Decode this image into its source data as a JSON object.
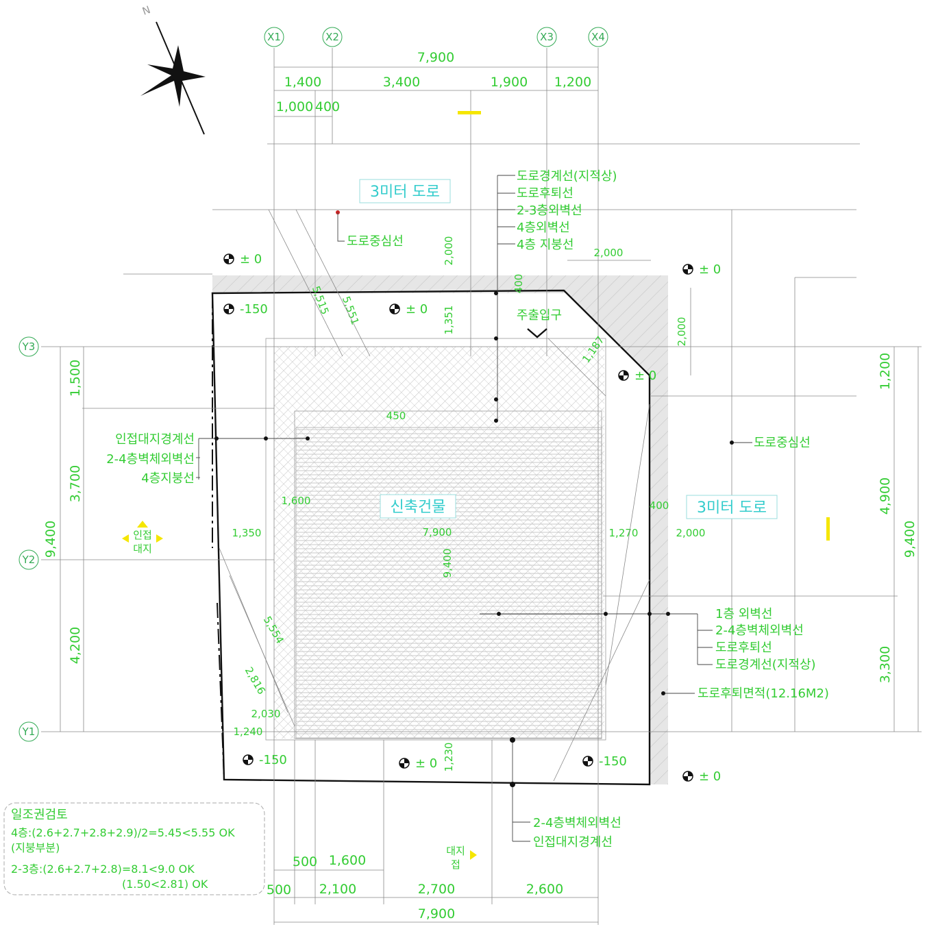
{
  "north": "N",
  "grid": {
    "x1": "X1",
    "x2": "X2",
    "x3": "X3",
    "x4": "X4",
    "y1": "Y1",
    "y2": "Y2",
    "y3": "Y3"
  },
  "dims": {
    "top_total": "7,900",
    "top_a": "1,400",
    "top_b": "3,400",
    "top_c": "1,900",
    "top_d": "1,200",
    "top_e": "1,000",
    "top_f": "400",
    "bot_a1": "500",
    "bot_a2": "1,600",
    "bot_b1": "500",
    "bot_b2": "2,100",
    "bot_b3": "2,700",
    "bot_b4": "2,600",
    "bot_total": "7,900",
    "left_a": "1,500",
    "left_b": "3,700",
    "left_c": "4,200",
    "left_total": "9,400",
    "right_a": "1,200",
    "right_b": "4,900",
    "right_c": "3,300",
    "right_total": "9,400",
    "setback_v": "2,000",
    "setback_h": "2,000",
    "corner_v": "2,000",
    "d1351": "1,351",
    "d1230": "1,230",
    "d1187": "1,187",
    "d1600": "1,600",
    "d1350": "1,350",
    "d1270": "1,270",
    "d2000r": "2,000",
    "d2030": "2,030",
    "d1240": "1,240",
    "d5515": "5,515",
    "d5551": "5,551",
    "d5554": "5,554",
    "d2816": "2,816",
    "d7900": "7,900",
    "d9400": "9,400",
    "d400v": "400",
    "d450": "450",
    "d400h": "400"
  },
  "levels": {
    "l1": "± 0",
    "l2": "± 0",
    "l3": "± 0",
    "l4": "± 0",
    "l5": "± 0",
    "l6": "± 0",
    "m1": "-150",
    "m2": "-150",
    "m3": "-150"
  },
  "labels": {
    "road_top": "3미터 도로",
    "road_right": "3미터 도로",
    "building": "신축건물",
    "entrance": "주출입구",
    "road_center_top": "도로중심선",
    "road_center_right": "도로중심선",
    "top_leaders": [
      "도로경계선(지적상)",
      "도로후퇴선",
      "2-3층외벽선",
      "4층외벽선",
      "4층 지붕선"
    ],
    "left_leaders": [
      "인접대지경계선",
      "2-4층벽체외벽선",
      "4층지붕선"
    ],
    "right_leaders": [
      "1층 외벽선",
      "2-4층벽체외벽선",
      "도로후퇴선",
      "도로경계선(지적상)"
    ],
    "setback_area": "도로후퇴면적(12.16M2)",
    "bottom_leaders": [
      "2-4층벽체외벽선",
      "인접대지경계선"
    ],
    "neighbor_left": [
      "인접",
      "대지"
    ],
    "neighbor_bottom": [
      "대지",
      "접"
    ]
  },
  "sunlight": {
    "title": "일조권검토",
    "line1": "4층:(2.6+2.7+2.8+2.9)/2=5.45<5.55 OK",
    "line2": "(지붕부분)",
    "line3": "2-3층:(2.6+2.7+2.8)=8.1<9.0 OK",
    "line4": "(1.50<2.81) OK"
  },
  "colors": {
    "green": "#33cc33",
    "cyan": "#33cccc",
    "yellow": "#f5e600",
    "hatch": "#cccccc"
  }
}
